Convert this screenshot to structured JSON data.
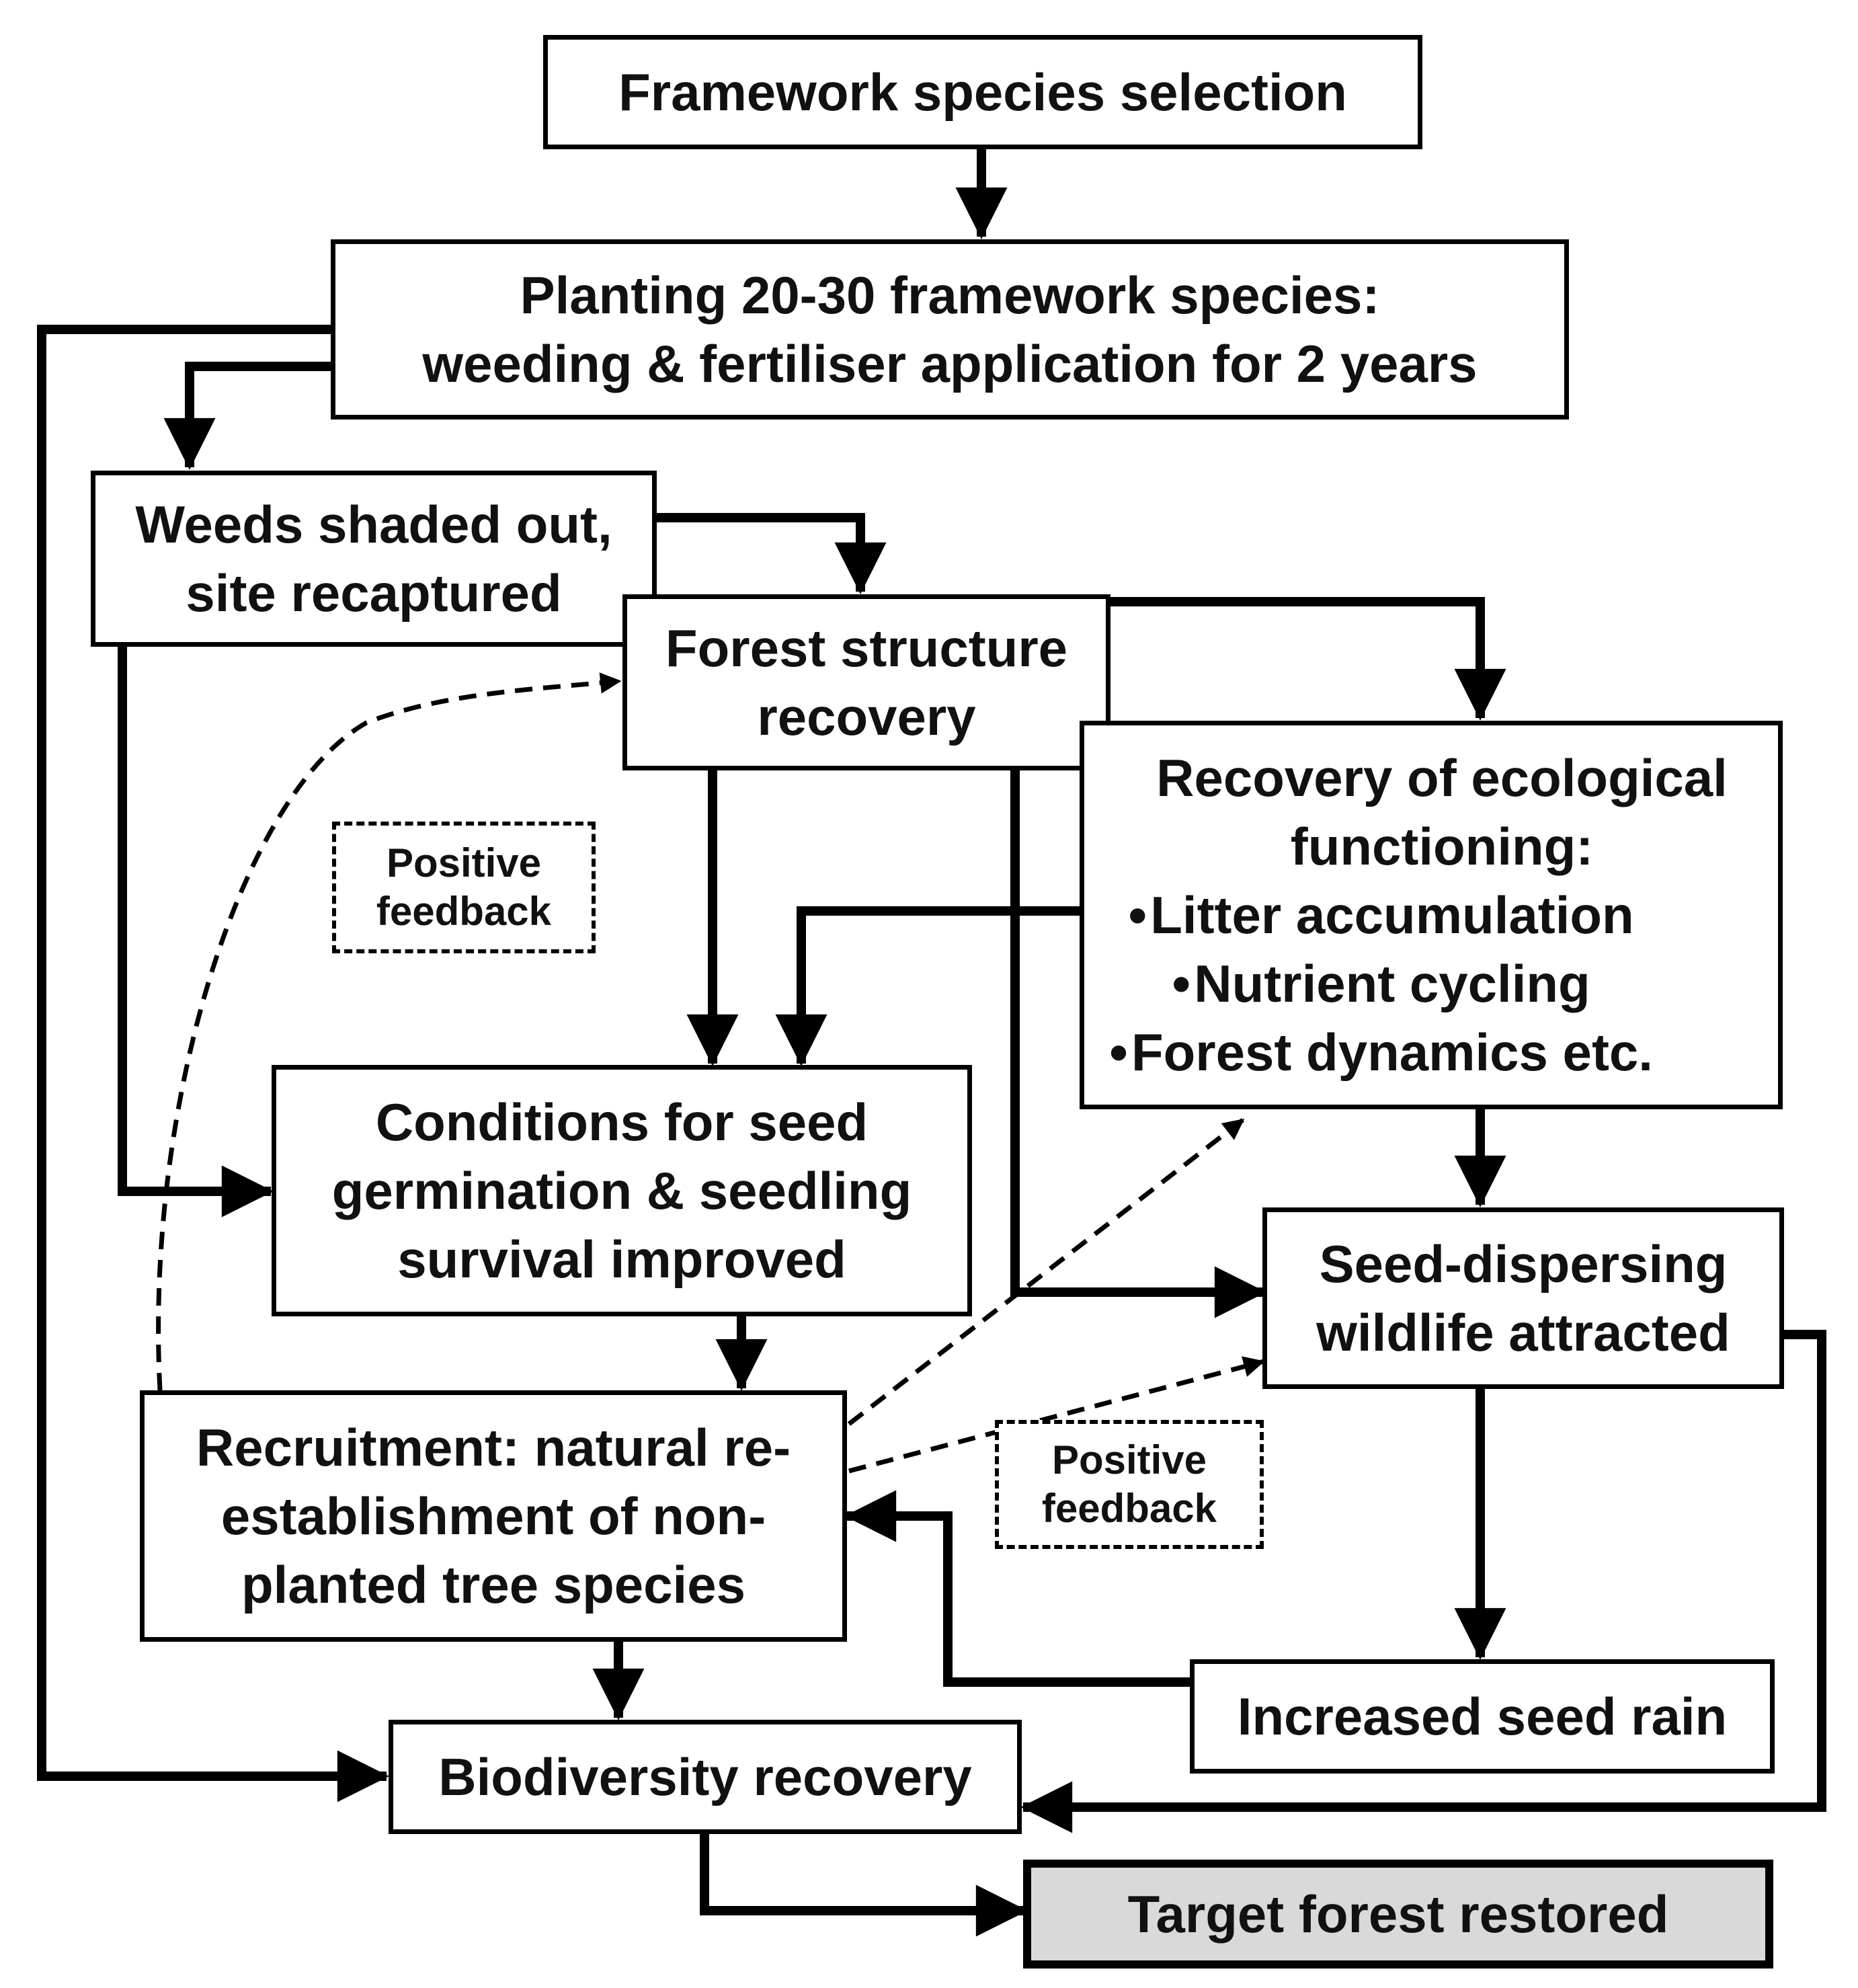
{
  "nodes": {
    "framework_selection": [
      "Framework species  selection"
    ],
    "planting": [
      "Planting 20-30 framework species:",
      "weeding & fertiliser application for 2 years"
    ],
    "weeds_shaded": [
      "Weeds shaded out,",
      "site recaptured"
    ],
    "forest_structure": [
      "Forest structure",
      "recovery"
    ],
    "ecological_functioning": {
      "title": [
        "Recovery of ecological",
        "functioning:"
      ],
      "items": [
        "Litter accumulation",
        "Nutrient cycling",
        "Forest dynamics etc."
      ]
    },
    "conditions": [
      "Conditions for seed",
      "germination & seedling",
      "survival improved"
    ],
    "seed_dispersing": [
      "Seed-dispersing",
      "wildlife attracted"
    ],
    "recruitment": [
      "Recruitment: natural re-",
      "establishment of non-",
      "planted tree species"
    ],
    "seed_rain": [
      "Increased seed rain"
    ],
    "biodiversity": [
      "Biodiversity recovery"
    ],
    "target": [
      "Target forest restored"
    ]
  },
  "feedback_labels": {
    "left": [
      "Positive",
      "feedback"
    ],
    "right": [
      "Positive",
      "feedback"
    ]
  }
}
